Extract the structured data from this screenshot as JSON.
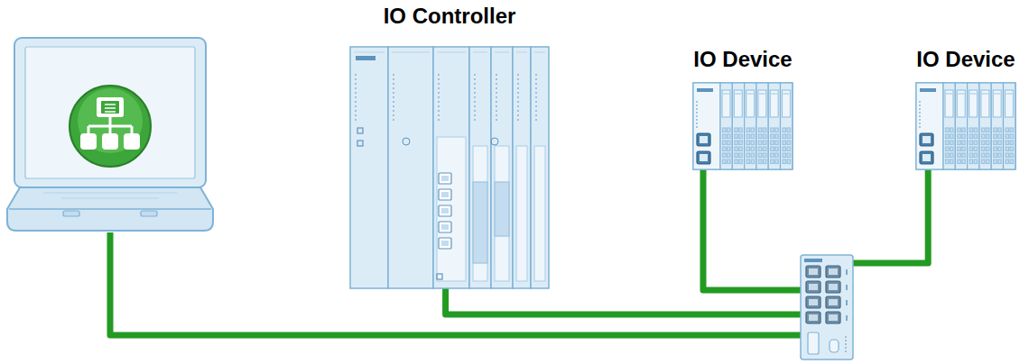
{
  "diagram": {
    "nodes": [
      {
        "text": []
      },
      {
        "text": [
          "IO Controller"
        ]
      },
      {
        "text": [
          "IO Device"
        ]
      },
      {
        "text": [
          "IO Device"
        ]
      },
      {
        "text": []
      }
    ],
    "edges": [
      {
        "from": 0,
        "to": 4,
        "arrow": "none"
      },
      {
        "from": 1,
        "to": 4,
        "arrow": "none"
      },
      {
        "from": 2,
        "to": 4,
        "arrow": "none"
      },
      {
        "from": 3,
        "to": 4,
        "arrow": "none"
      }
    ]
  }
}
